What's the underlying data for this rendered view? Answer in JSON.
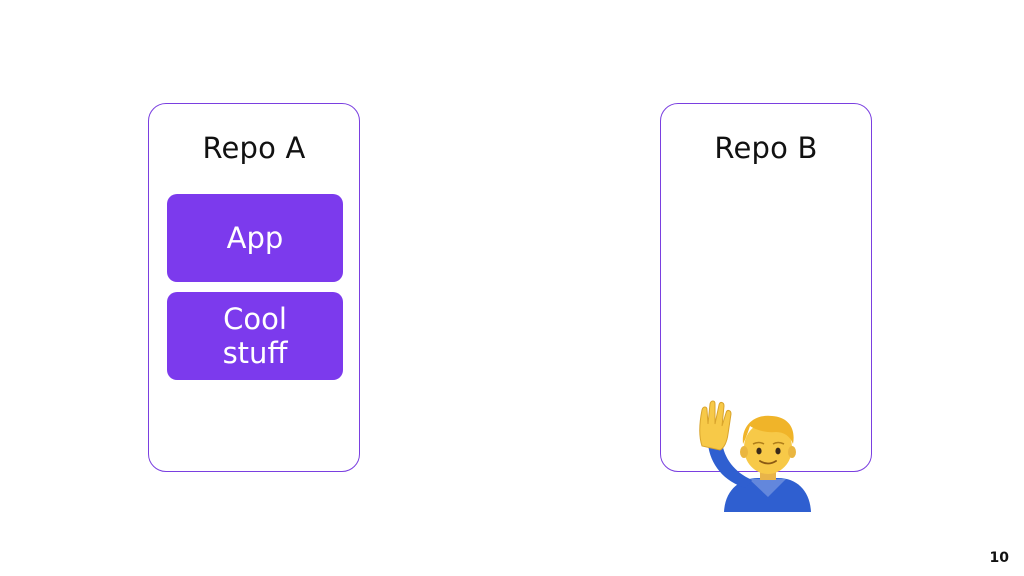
{
  "repos": [
    {
      "title": "Repo A",
      "blocks": [
        "App",
        "Cool stuff"
      ]
    },
    {
      "title": "Repo B",
      "blocks": []
    }
  ],
  "colors": {
    "accent": "#7c3aed",
    "border": "#7a3fe0",
    "text": "#111111"
  },
  "icons": {
    "person": "person-raising-hand-icon"
  },
  "page_number": "10"
}
